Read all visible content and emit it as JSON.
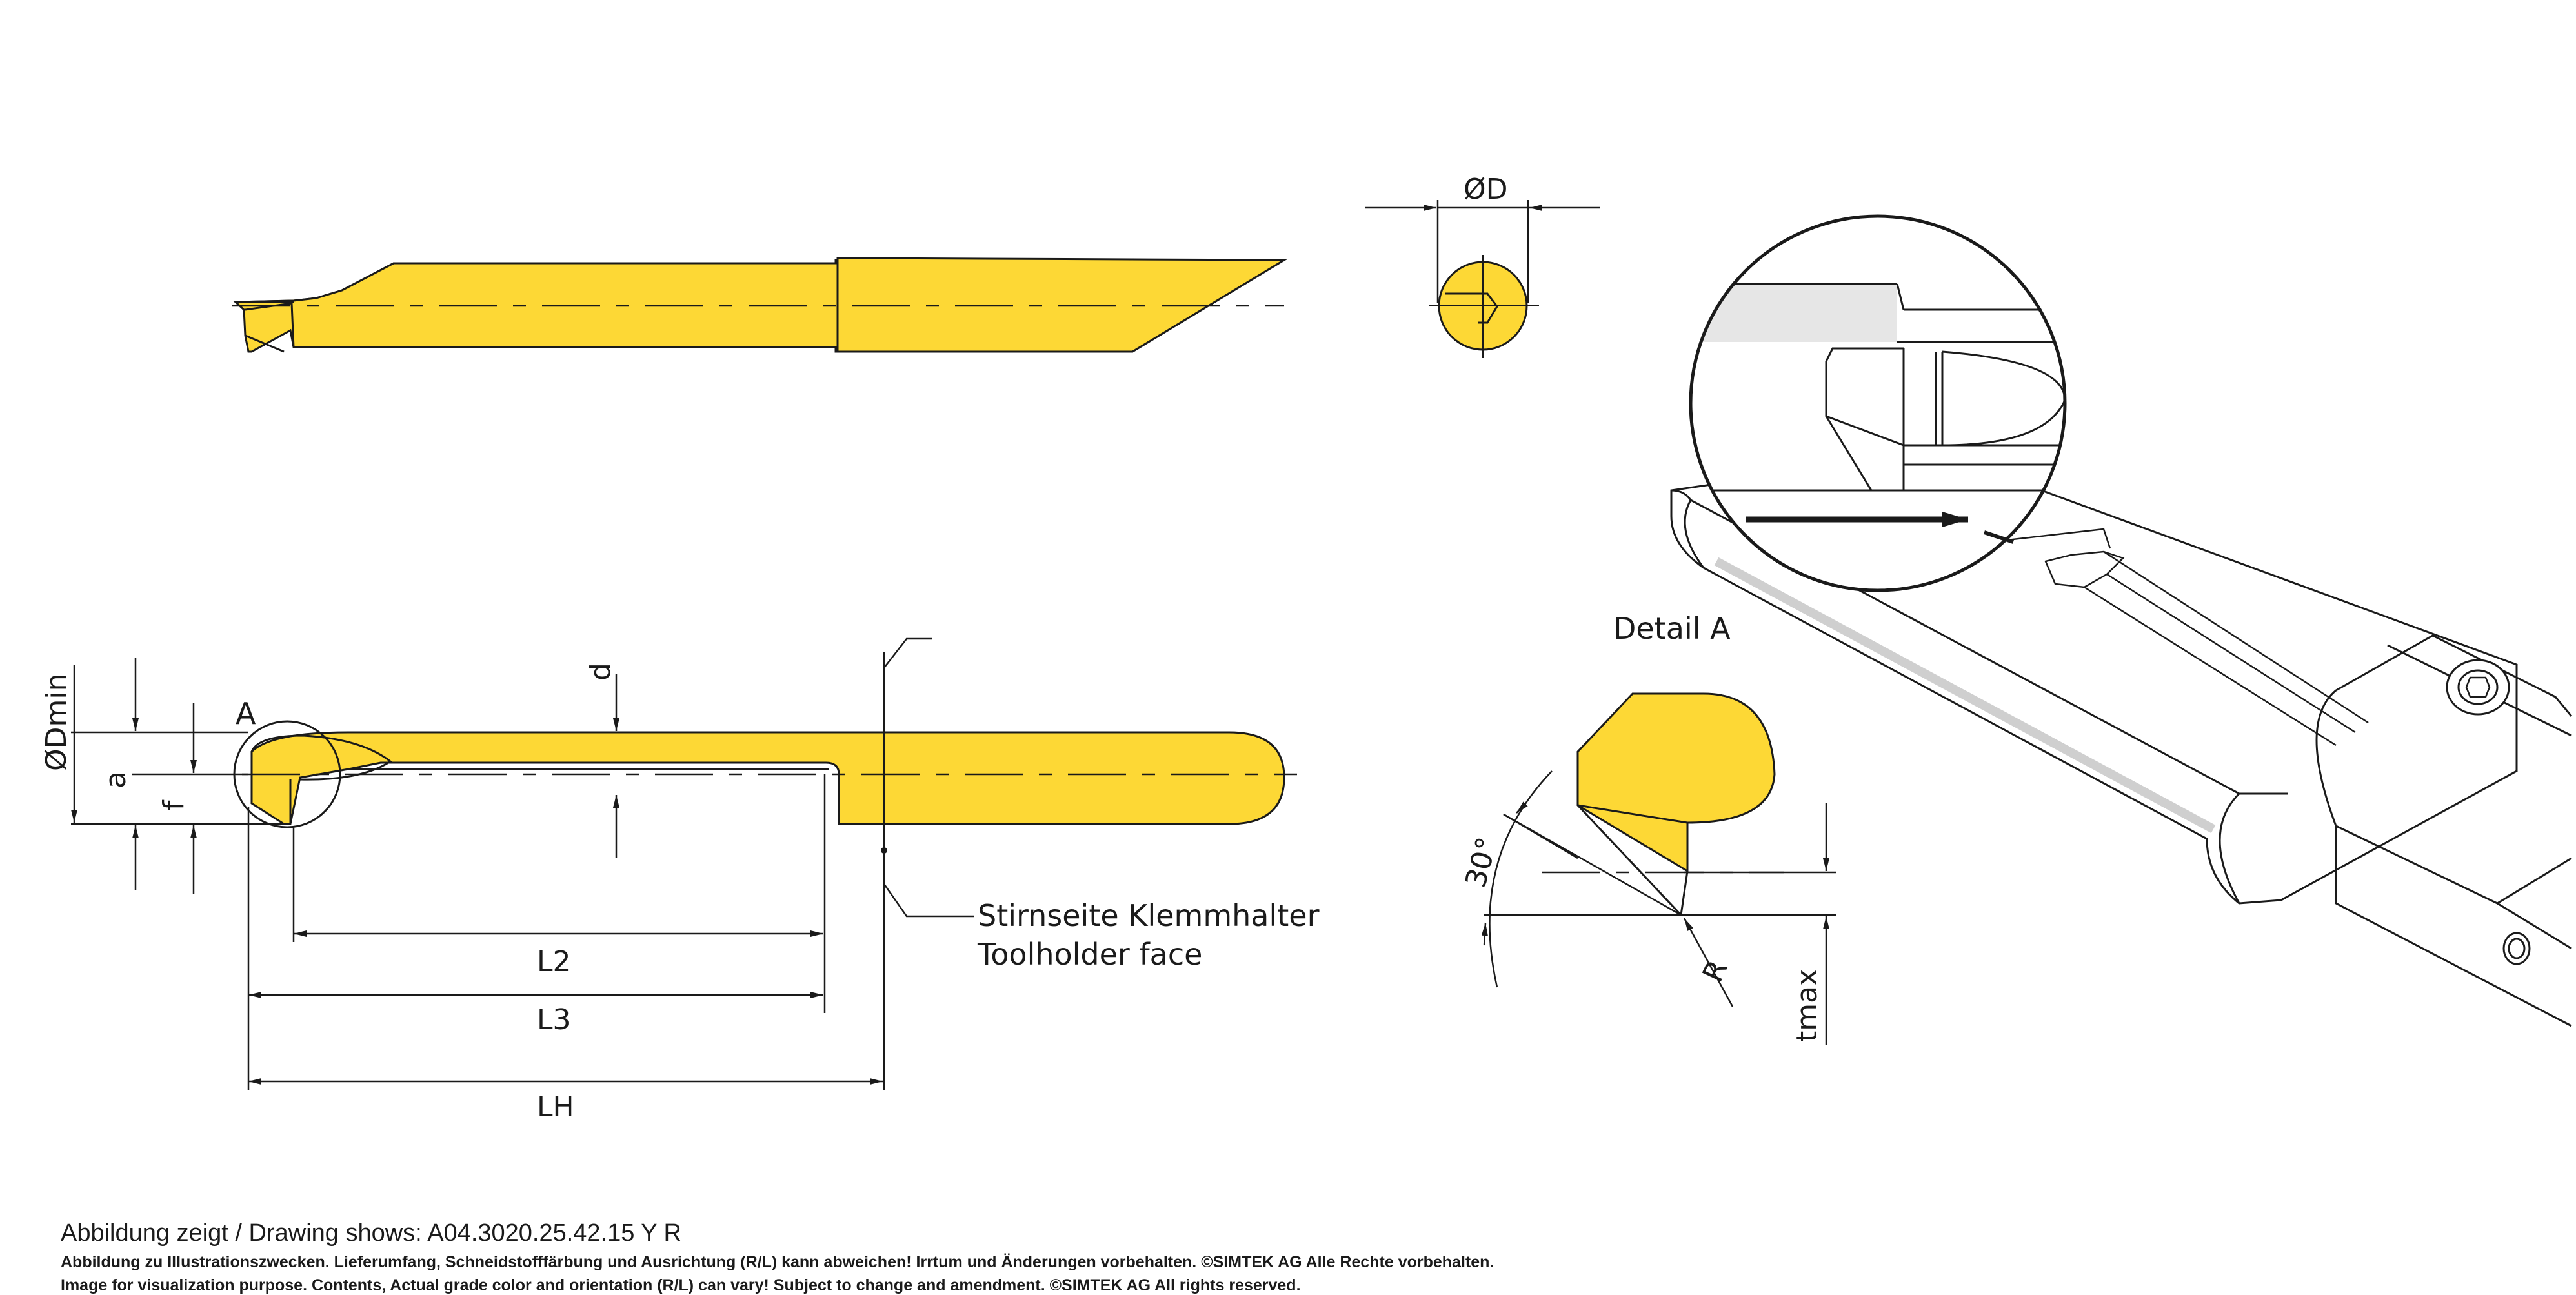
{
  "colors": {
    "tool_fill": "#fdd835",
    "line": "#1a1a1a",
    "shade": "#e6e6e6"
  },
  "labels": {
    "diameter_D": "ØD",
    "diameter_Dmin": "ØDmin",
    "a": "a",
    "f": "f",
    "d": "d",
    "A": "A",
    "L2": "L2",
    "L3": "L3",
    "LH": "LH",
    "toolholder_de": "Stirnseite Klemmhalter",
    "toolholder_en": "Toolholder face",
    "detail_title": "Detail A",
    "angle_30": "30°",
    "R": "R",
    "tmax": "tmax"
  },
  "footer": {
    "drawing_shows": "Abbildung zeigt / Drawing shows: A04.3020.25.42.15 Y R",
    "disclaimer_de": "Abbildung zu Illustrationszwecken. Lieferumfang, Schneidstofffärbung und Ausrichtung (R/L) kann abweichen! Irrtum und Änderungen vorbehalten. ©SIMTEK AG Alle Rechte vorbehalten.",
    "disclaimer_en": "Image for visualization purpose. Contents, Actual grade color and orientation (R/L) can vary! Subject to change and amendment. ©SIMTEK AG All rights reserved."
  }
}
